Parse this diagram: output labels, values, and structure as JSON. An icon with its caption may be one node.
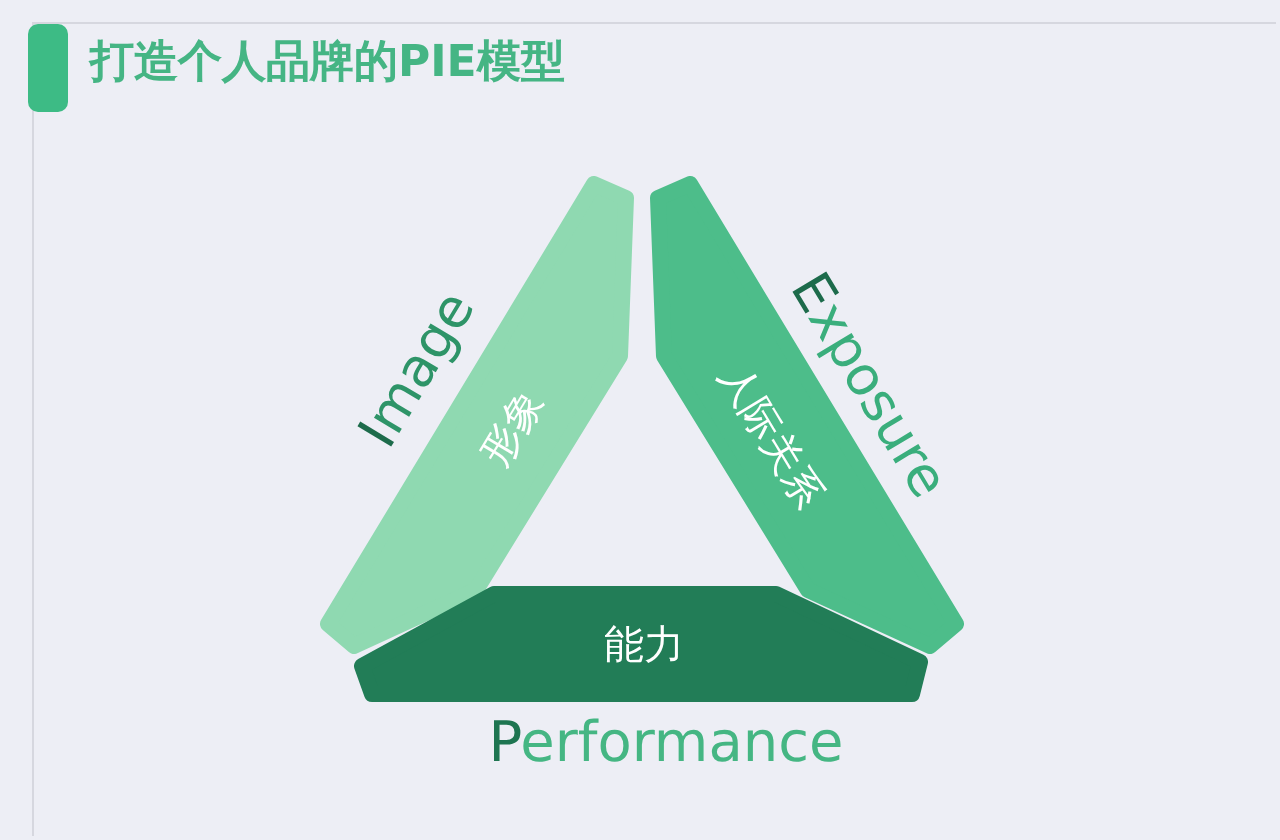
{
  "diagram": {
    "title": "打造个人品牌的PIE模型",
    "nodes": [
      {
        "text": [
          "形象"
        ],
        "beside": [
          "Image"
        ]
      },
      {
        "text": [
          "人际关系"
        ],
        "beside": [
          "Exposure"
        ]
      },
      {
        "text": [
          "能力"
        ],
        "beside": [
          "Performance"
        ]
      }
    ]
  }
}
